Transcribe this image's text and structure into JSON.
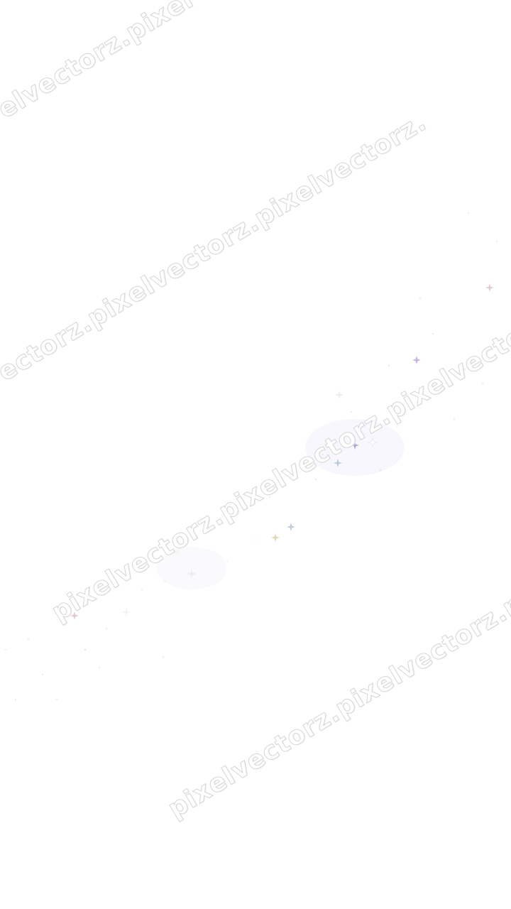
{
  "watermark": {
    "line_1": "elvectorz.pixel",
    "line_2": "ectorz.pixelvectorz.pixelvectorz.",
    "line_3": "pixelvectorz.pixelvectorz.pixelvectorz.",
    "line_4": "pixelvectorz.pixelvectorz.pixelv"
  },
  "colors": {
    "background": "#ffffff",
    "watermark_outline": "#d6d6d6",
    "sparkle_purple": "#b9a3cf",
    "sparkle_blue": "#a9bfd6",
    "sparkle_pink": "#d8b7c8",
    "sparkle_gold": "#d8cfa6"
  },
  "decoration": {
    "sparkle_icon": "four-point-star-icon"
  }
}
